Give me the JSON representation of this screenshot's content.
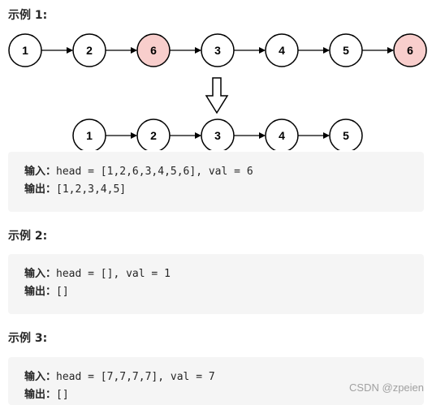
{
  "example1": {
    "title": "示例 1:",
    "list_before": [
      "1",
      "2",
      "6",
      "3",
      "4",
      "5",
      "6"
    ],
    "list_after": [
      "1",
      "2",
      "3",
      "4",
      "5"
    ],
    "highlight_value": "6",
    "colors": {
      "highlight_fill": "#f8cecc",
      "node_fill": "#ffffff",
      "stroke": "#000000"
    },
    "input_label": "输入：",
    "input_code": "head = [1,2,6,3,4,5,6], val = 6",
    "output_label": "输出：",
    "output_code": "[1,2,3,4,5]"
  },
  "example2": {
    "title": "示例 2:",
    "input_label": "输入：",
    "input_code": "head = [], val = 1",
    "output_label": "输出：",
    "output_code": "[]"
  },
  "example3": {
    "title": "示例 3:",
    "input_label": "输入：",
    "input_code": "head = [7,7,7,7], val = 7",
    "output_label": "输出：",
    "output_code": "[]"
  },
  "watermark": "CSDN @zpeien"
}
